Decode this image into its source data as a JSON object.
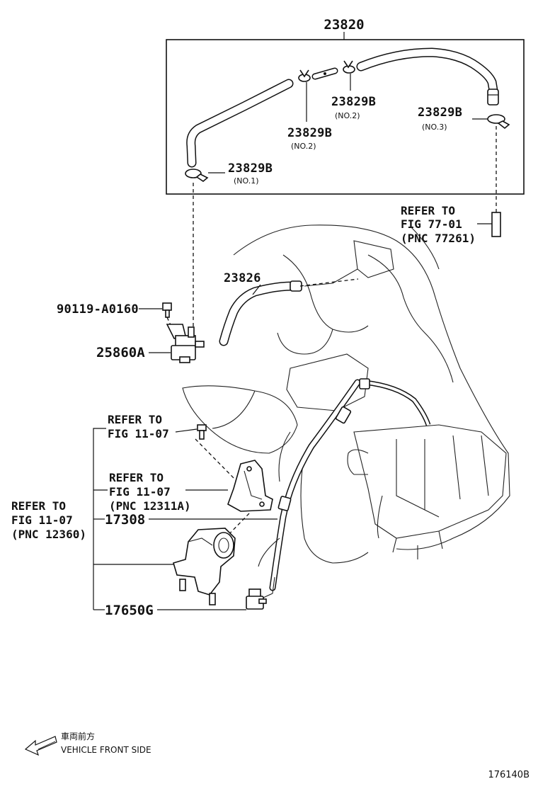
{
  "diagram": {
    "figure_number": "176140B",
    "kit": {
      "part_no": "23820"
    },
    "kit_parts": [
      {
        "part_no": "23829B",
        "note": "(NO.2)"
      },
      {
        "part_no": "23829B",
        "note": "(NO.2)"
      },
      {
        "part_no": "23829B",
        "note": "(NO.3)"
      },
      {
        "part_no": "23829B",
        "note": "(NO.1)"
      }
    ],
    "refer_fig_77": {
      "line1": "REFER TO",
      "line2": "FIG 77-01",
      "line3": "(PNC 77261)"
    },
    "parts": {
      "hose": "23826",
      "bolt": "90119-A0160",
      "vsv": "25860A",
      "bracket": "17308",
      "bolt2": "17650G"
    },
    "refer_fig_11_a": {
      "line1": "REFER TO",
      "line2": "FIG 11-07"
    },
    "refer_fig_11_b": {
      "line1": "REFER TO",
      "line2": "FIG 11-07",
      "line3": "(PNC 12311A)"
    },
    "refer_fig_11_c": {
      "line1": "REFER TO",
      "line2": "FIG 11-07",
      "line3": "(PNC 12360)"
    },
    "front_indicator": {
      "japanese": "車両前方",
      "english": "VEHICLE FRONT SIDE"
    }
  }
}
